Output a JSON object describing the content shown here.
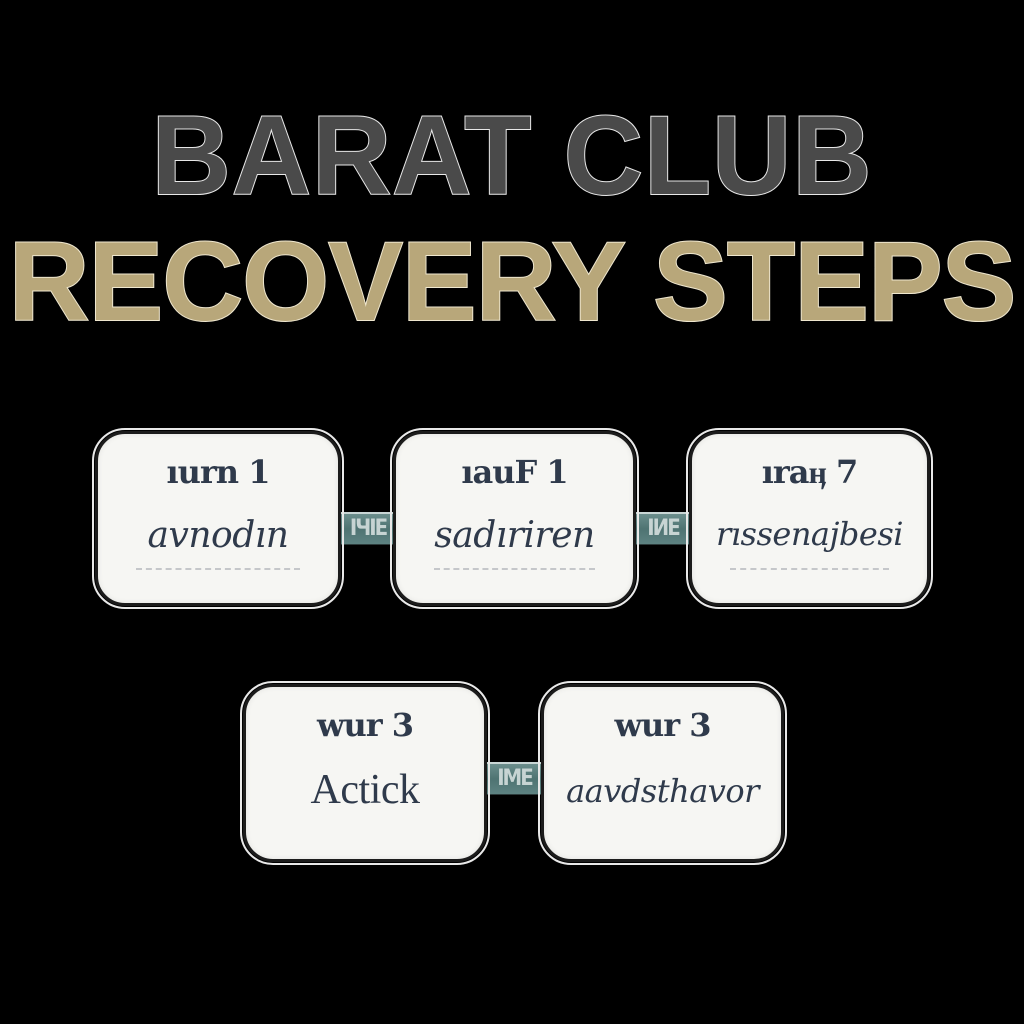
{
  "title": {
    "line1": "BARAT CLUB",
    "line2": "RECOVERY STEPS",
    "colors": {
      "line1_fill": "#4a4a4a",
      "line1_stroke": "#e8e8e8",
      "line2_fill": "#b8a77a",
      "line2_stroke": "#efe7cf",
      "background": "#000000"
    }
  },
  "steps": [
    {
      "heading": "ıurn 1",
      "body": "avnodın"
    },
    {
      "heading": "ıauF 1",
      "body": "sadıriren"
    },
    {
      "heading": "ırаӊ 7",
      "body": "rıssenajbesi"
    },
    {
      "heading": "wur 3",
      "body": "Actick"
    },
    {
      "heading": "wur 3",
      "body": "aavdsthavor"
    }
  ],
  "connectors": [
    {
      "from": 1,
      "to": 2,
      "label": "ІЧІЕ"
    },
    {
      "from": 2,
      "to": 3,
      "label": "ІИЕ"
    },
    {
      "from": 4,
      "to": 5,
      "label": "ІМЕ"
    }
  ],
  "colors": {
    "card_fill": "#f6f6f3",
    "card_text": "#2f3a4b",
    "connector": "#4e7372"
  }
}
